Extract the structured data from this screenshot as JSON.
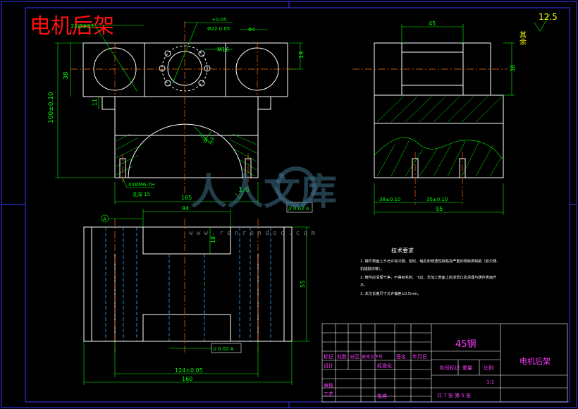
{
  "drawing": {
    "title": "电机后架",
    "watermark": {
      "text": "人人文库",
      "url": "w w w . r e n r e n d o c . c o m"
    },
    "roughness": {
      "value": "12.5",
      "label": "其余"
    },
    "front_view": {
      "dims": {
        "top_a": "2XØΦ33",
        "hole_tol": "+0.05",
        "hole_d": "Φ22 0.05",
        "d_right": "Φ4",
        "m16": "M16",
        "h_right": "19",
        "h_left": "38",
        "h_small": "11",
        "height_total": "100±0.10",
        "arc_r": "3.2",
        "thread_note": "4XØM6-7H",
        "depth_note": "孔深 15",
        "width_total": "165",
        "rough_small": "1.6"
      }
    },
    "side_view": {
      "dims": {
        "top_w": "45",
        "h_right": "38",
        "bottom_left": "38±0.10",
        "bottom_mid": "35±0.10",
        "total_w": "95"
      }
    },
    "bottom_view": {
      "dims": {
        "top_w": "94",
        "inner_h": "18",
        "tol_frame": "// 0.02 A",
        "datum": "A",
        "height": "55",
        "tol_frame2": "// 0.02 A",
        "hole_span": "124±0.05",
        "total_w": "160"
      }
    },
    "tech_notes": {
      "heading": "技术要求",
      "lines": [
        "1. 铸件表面上不允许有冷隔、裂纹、缩孔和穿透性缺陷及严重的残缺类缺陷（如欠铸、",
        "机械损伤等）。",
        "2. 铸件应清理干净，不得有毛刺、飞边、非加工表面上的浇冒口应清理与铸件表面齐",
        "平。",
        "3. 未注长度尺寸允许偏差±0.5mm。"
      ]
    },
    "title_block": {
      "material": "45钢",
      "part_name": "电机后架",
      "headers": [
        "标记",
        "处数",
        "分区",
        "更改文件号",
        "签名",
        "年月日"
      ],
      "row2": [
        "设计",
        "",
        "",
        "标准化",
        "",
        ""
      ],
      "stage_labels": [
        "阶段标记",
        "重量",
        "比例"
      ],
      "scale": "1:1",
      "reviewer": "审核",
      "process": "工艺",
      "approve": "批准",
      "sheet": "共 7 张  第 5 张"
    }
  }
}
